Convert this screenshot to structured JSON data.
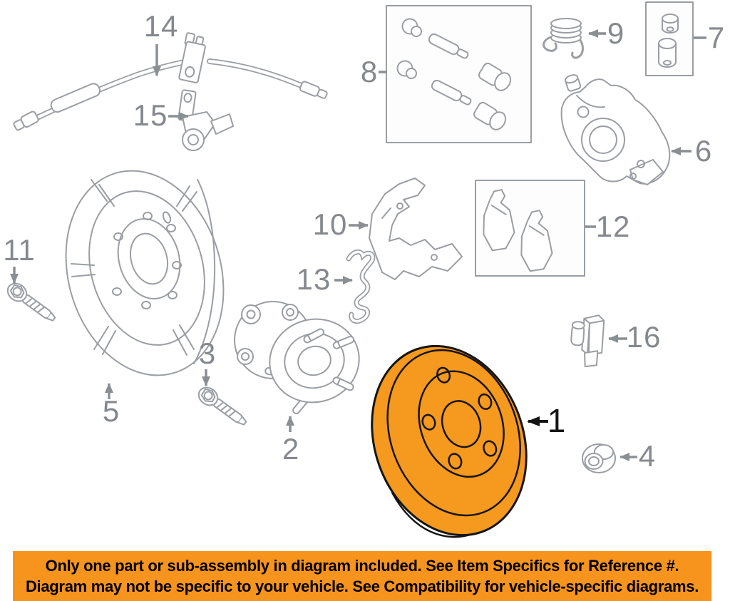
{
  "diagram": {
    "kind": "exploded-parts-diagram",
    "highlighted_ref": "1",
    "colors": {
      "background": "#ffffff",
      "line": "#9a9ea3",
      "label": "#85898e",
      "highlight": "#f5991f",
      "outline": "#151515",
      "banner_bg": "#f7941e",
      "banner_text": "#000000"
    }
  },
  "parts": [
    {
      "ref": "1",
      "name": "brake-rotor",
      "highlighted": true
    },
    {
      "ref": "2",
      "name": "hub-and-bearing-assembly"
    },
    {
      "ref": "3",
      "name": "hub-mounting-bolt"
    },
    {
      "ref": "4",
      "name": "lug-nut"
    },
    {
      "ref": "5",
      "name": "brake-dust-shield"
    },
    {
      "ref": "6",
      "name": "brake-caliper"
    },
    {
      "ref": "7",
      "name": "caliper-bushing-kit"
    },
    {
      "ref": "8",
      "name": "caliper-hardware-kit"
    },
    {
      "ref": "9",
      "name": "retaining-spring"
    },
    {
      "ref": "10",
      "name": "caliper-mounting-bracket"
    },
    {
      "ref": "11",
      "name": "shield-mounting-bolt"
    },
    {
      "ref": "12",
      "name": "brake-pad-set"
    },
    {
      "ref": "13",
      "name": "pad-wear-spring-clip"
    },
    {
      "ref": "14",
      "name": "brake-hose"
    },
    {
      "ref": "15",
      "name": "hose-bracket"
    },
    {
      "ref": "16",
      "name": "abs-speed-sensor"
    }
  ],
  "banner": {
    "line1": "Only one part or sub-assembly in diagram included. See Item Specifics for Reference #.",
    "line2": "Diagram may not be specific to your vehicle. See Compatibility for vehicle-specific diagrams."
  }
}
